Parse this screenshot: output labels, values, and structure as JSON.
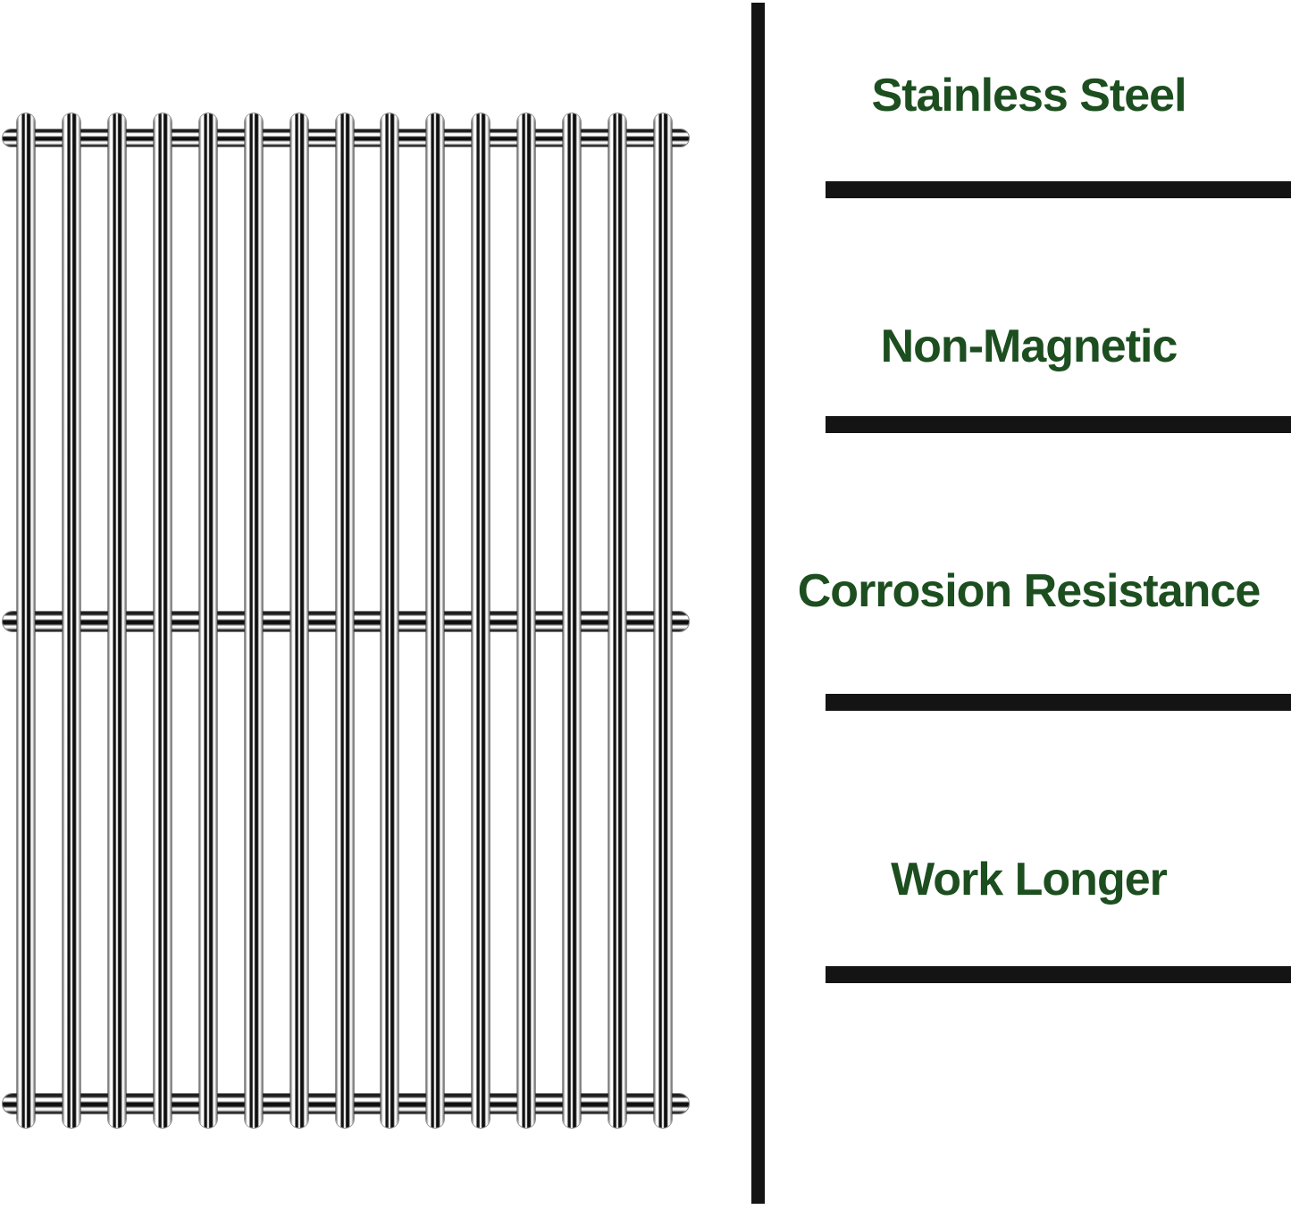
{
  "features": [
    {
      "label": "Stainless Steel"
    },
    {
      "label": "Non-Magnetic"
    },
    {
      "label": "Corrosion Resistance"
    },
    {
      "label": "Work Longer"
    }
  ],
  "grate": {
    "description": "polished stainless steel grill cooking grid",
    "rod_count": 15,
    "crossbar_count": 3
  },
  "colors": {
    "feature_text": "#1c4e1f",
    "line_black": "#141414",
    "background": "#ffffff"
  }
}
